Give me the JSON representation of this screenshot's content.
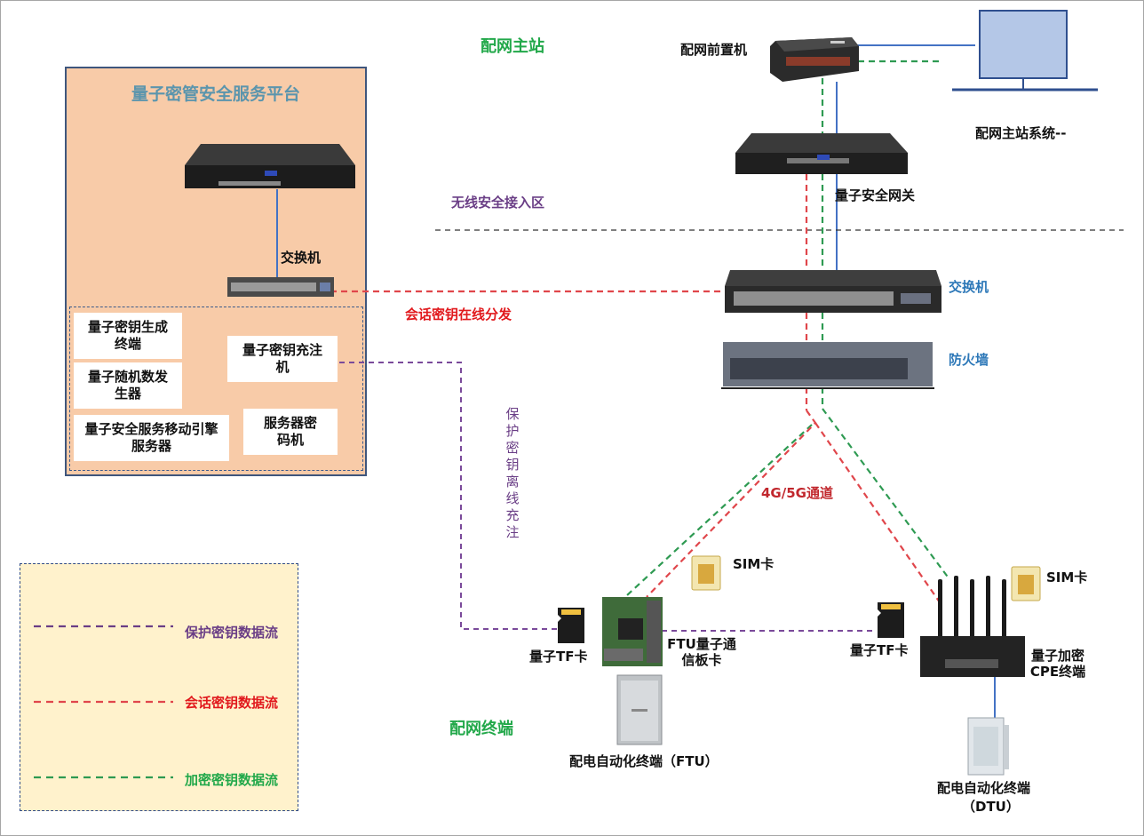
{
  "master_station": {
    "title": "配网主站",
    "front_end_label": "配网前置机",
    "system_label": "配网主站系统--"
  },
  "zones": {
    "wireless_area": "无线安全接入区",
    "terminal_area": "配网终端"
  },
  "platform": {
    "title": "量子密管安全服务平台",
    "switch_label": "交换机",
    "modules": {
      "key_gen": "量子密钥生成终端",
      "rng": "量子随机数发生器",
      "mobile_engine": "量子安全服务移动引擎服务器",
      "charger": "量子密钥充注机",
      "cipher": "服务器密码机"
    }
  },
  "network": {
    "gateway_label": "量子安全网关",
    "switch_label": "交换机",
    "firewall_label": "防火墙",
    "session_key_label": "会话密钥在线分发",
    "channel_label": "4G/5G通道",
    "offline_label": "保护密钥离线充注"
  },
  "ftu": {
    "sim_label": "SIM卡",
    "tf_label": "量子TF卡",
    "board_label": "FTU量子通信板卡",
    "terminal_label": "配电自动化终端（FTU）"
  },
  "dtu": {
    "sim_label": "SIM卡",
    "tf_label": "量子TF卡",
    "cpe_label": "量子加密CPE终端",
    "terminal_label_1": "配电自动化终端",
    "terminal_label_2": "（DTU）"
  },
  "legend": {
    "items": [
      {
        "label": "保护密钥数据流",
        "color": "#6a3e86"
      },
      {
        "label": "会话密钥数据流",
        "color": "#e1191d"
      },
      {
        "label": "加密密钥数据流",
        "color": "#22a84a"
      }
    ]
  },
  "colors": {
    "protect": "#7a4a9a",
    "session": "#e0464b",
    "encrypt": "#2e9a52",
    "link": "#4472c4"
  }
}
